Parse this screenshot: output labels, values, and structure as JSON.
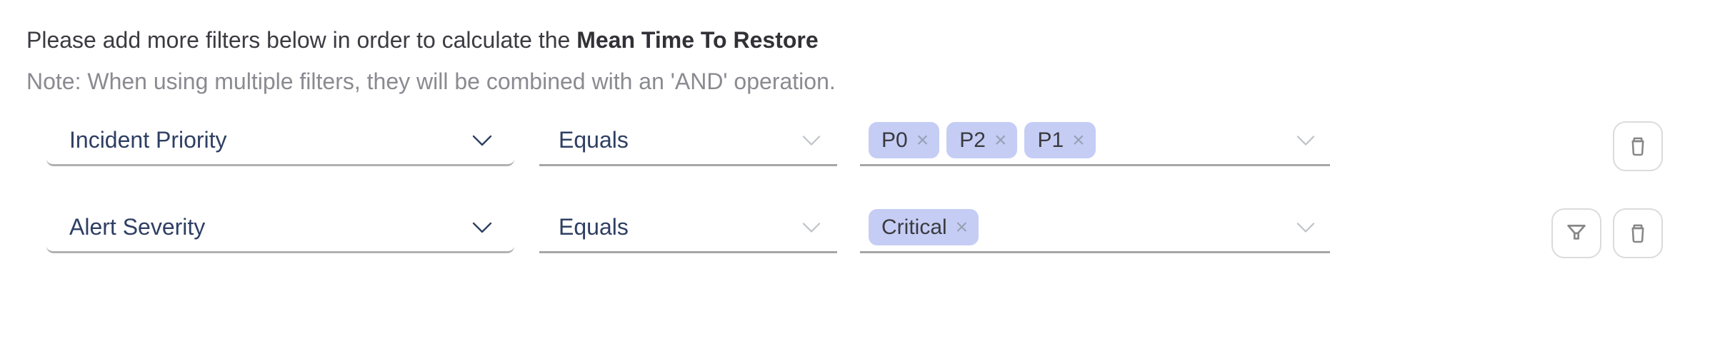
{
  "header": {
    "intro_text": "Please add more filters below in order to calculate the",
    "metric_name": "Mean Time To Restore",
    "note_text": "Note: When using multiple filters, they will be combined with an 'AND' operation."
  },
  "icons": {
    "tag_remove": "×",
    "field_dropdown": "chevron-down",
    "row1_actions": [
      "trash"
    ],
    "row2_actions": [
      "filter-funnel",
      "trash"
    ]
  },
  "colors": {
    "heading_text": "#3b3b41",
    "note_text": "#8a8a91",
    "field_label_text": "#2e3f63",
    "field_underline": "#a6a6a6",
    "tag_background": "#c5cdf5",
    "tag_text": "#3a3a3e",
    "tag_remove_icon": "#98a1b3",
    "button_border": "#dbdbdd",
    "button_icon": "#878787"
  },
  "filters": [
    {
      "field_label": "Incident Priority",
      "operator_label": "Equals",
      "tags": [
        {
          "label": "P0"
        },
        {
          "label": "P2"
        },
        {
          "label": "P1"
        }
      ]
    },
    {
      "field_label": "Alert Severity",
      "operator_label": "Equals",
      "tags": [
        {
          "label": "Critical"
        }
      ]
    }
  ]
}
